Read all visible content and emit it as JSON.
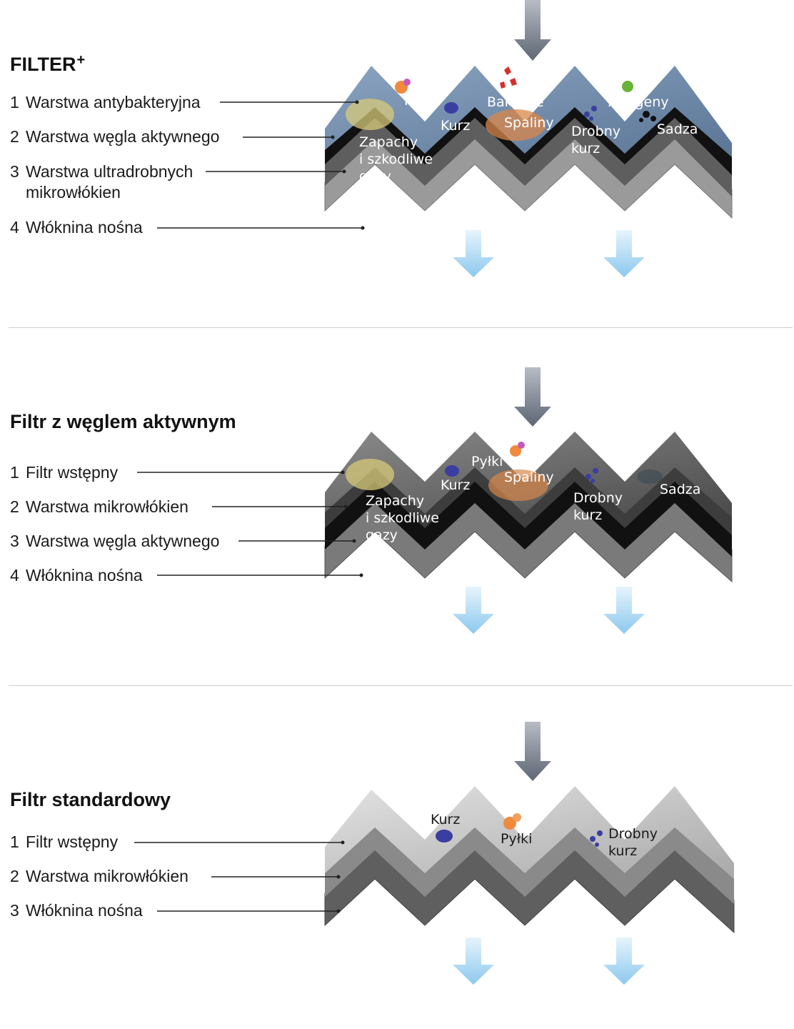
{
  "sections": [
    {
      "title": "FILTER",
      "title_sup": "+",
      "layers": [
        {
          "num": "1",
          "text": "Warstwa antybakteryjna"
        },
        {
          "num": "2",
          "text": "Warstwa węgla aktywnego"
        },
        {
          "num": "3",
          "text": "Warstwa ultradrobnych",
          "text2": "mikrowłókien"
        },
        {
          "num": "4",
          "text": "Włóknina nośna"
        }
      ],
      "particles": {
        "pylki": "Pyłki",
        "bakterie": "Bakterie",
        "alergeny": "Alergeny",
        "kurz": "Kurz",
        "spaliny": "Spaliny",
        "sadza": "Sadza",
        "drobny_kurz_1": "Drobny",
        "drobny_kurz_2": "kurz",
        "zapachy_1": "Zapachy",
        "zapachy_2": "i szkodliwe",
        "zapachy_3": "gazy"
      }
    },
    {
      "title": "Filtr z węglem aktywnym",
      "layers": [
        {
          "num": "1",
          "text": "Filtr wstępny"
        },
        {
          "num": "2",
          "text": "Warstwa mikrowłókien"
        },
        {
          "num": "3",
          "text": "Warstwa węgla aktywnego"
        },
        {
          "num": "4",
          "text": "Włóknina nośna"
        }
      ],
      "particles": {
        "pylki": "Pyłki",
        "kurz": "Kurz",
        "spaliny": "Spaliny",
        "sadza": "Sadza",
        "drobny_kurz_1": "Drobny",
        "drobny_kurz_2": "kurz",
        "zapachy_1": "Zapachy",
        "zapachy_2": "i szkodliwe",
        "zapachy_3": "gazy"
      }
    },
    {
      "title": "Filtr standardowy",
      "layers": [
        {
          "num": "1",
          "text": "Filtr wstępny"
        },
        {
          "num": "2",
          "text": "Warstwa mikrowłókien"
        },
        {
          "num": "3",
          "text": "Włóknina nośna"
        }
      ],
      "particles": {
        "kurz": "Kurz",
        "pylki": "Pyłki",
        "drobny_kurz_1": "Drobny",
        "drobny_kurz_2": "kurz"
      }
    }
  ],
  "colors": {
    "inflow_arrow": "#6e7683",
    "outflow_arrow": "#9fd0ef",
    "antibacterial_layer": "#6f89a8",
    "carbon_layer": "#111111",
    "microfiber_layer": "#5e5e5e",
    "carrier_layer": "#9a9a9a",
    "prefilter_layer": "#cfcfcf",
    "divider": "#cfcfcf",
    "dust": "#3a3ea0",
    "pollen": "#f08a3c",
    "bacteria": "#d4302a",
    "allergen": "#69b33a",
    "exhaust": "#d9874a",
    "odor": "#d8c97a"
  }
}
